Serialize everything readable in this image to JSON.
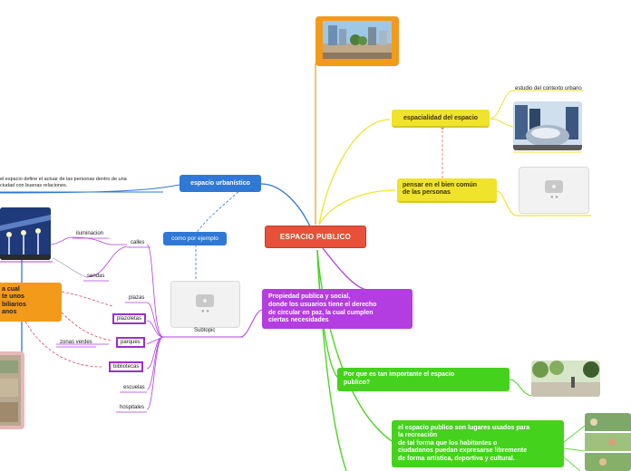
{
  "central": "ESPACIO PUBLICO",
  "topics": {
    "espacialidad": "espacialidad del espacio",
    "espacialidad_caption": "estudio del contexto urbano",
    "bien_comun": "pensar en el bien común\nde las personas",
    "urbanistico": "espacio urbanístico",
    "urbanistico_note": "el espacio define el actuar de las personas dentro de una\nciudad con buenas relaciones.",
    "propiedad": "Propiedad publica y social,\ndonde los usuarios tiene el derecho\nde circular en paz, la cual cumplen\nciertas necesidades",
    "importante": "Por que es tan importante el espacio\npublico?",
    "recreacion": "el espacio publico son lugares usados para\nla recreación\nde tal forma que los habitantes o\nciudadanos puedan expresarse libremente\nde forma artística, deportiva y cultural.",
    "ejemplo": "como por ejemplo",
    "subtopic": "Subtopic",
    "orange_note": "a cual\nte unos\nbiliarios\nanos"
  },
  "leaves": {
    "calles": "calles",
    "iluminacion": "iluminacion",
    "sendas": "sendas",
    "plazas": "plazas",
    "plazoletas": "plazoletas",
    "parques": "parques",
    "zonas_verdes": "zonas verdes",
    "bibliotecas": "bibliotecas",
    "escuelas": "escuelas",
    "hospitales": "hospitales"
  },
  "colors": {
    "central": "#e8503a",
    "yellow": "#f0e32c",
    "blue": "#2f78d6",
    "purple": "#b33de0",
    "green": "#44d21c",
    "orange": "#f39a1a"
  }
}
